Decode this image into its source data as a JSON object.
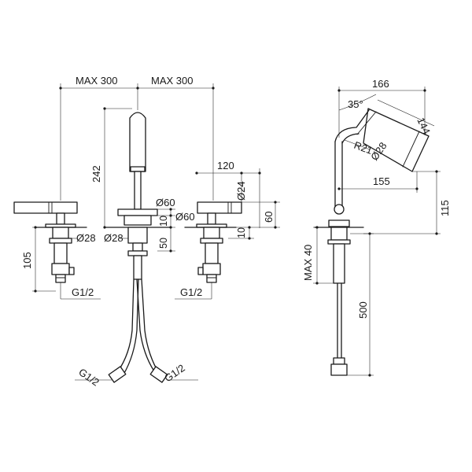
{
  "labels": {
    "max300_left": "MAX 300",
    "max300_right": "MAX 300",
    "h242": "242",
    "w120": "120",
    "d24": "Ø24",
    "d60_top": "Ø60",
    "d60_mid": "Ø60",
    "h10_top": "10",
    "h50": "50",
    "h60": "60",
    "h10_right": "10",
    "d28_left": "Ø28",
    "d28_mid": "Ø28",
    "h105": "105",
    "g12_left": "G1/2",
    "g12_right": "G1/2",
    "g12_hose_left": "G1/2",
    "g12_hose_right": "G1/2",
    "w166": "166",
    "a35": "35°",
    "l144": "144",
    "r21": "R21",
    "d28_side": "Ø28",
    "w155": "155",
    "h115": "115",
    "max40": "MAX 40",
    "h500": "500"
  }
}
